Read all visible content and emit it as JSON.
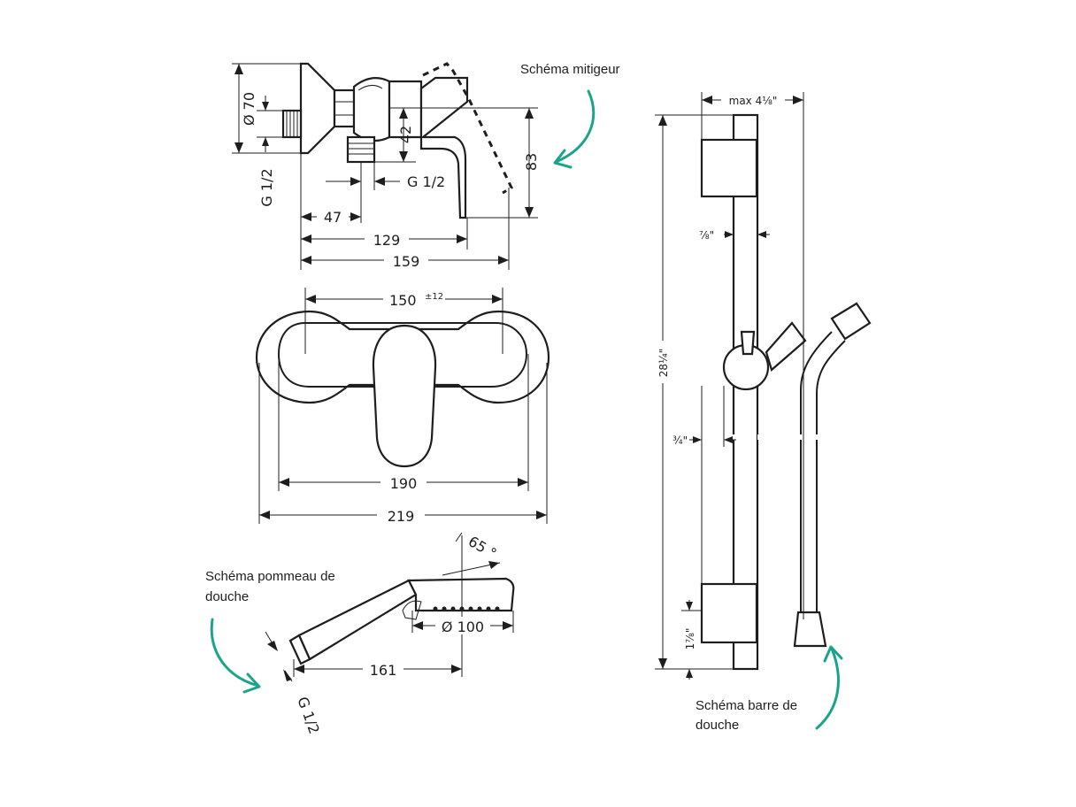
{
  "captions": {
    "mixer": "Schéma mitigeur",
    "handshower_line1": "Schéma pommeau de",
    "handshower_line2": "douche",
    "bar_line1": "Schéma barre de",
    "bar_line2": "douche"
  },
  "mixer_side": {
    "dim_diameter": "Ø 70",
    "dim_height_42": "42",
    "dim_height_83": "83",
    "dim_thread_left": "G 1/2",
    "dim_thread_right": "G 1/2",
    "dim_47": "47",
    "dim_129": "129",
    "dim_159": "159"
  },
  "mixer_front": {
    "dim_150": "150",
    "dim_150_tol": "±12",
    "dim_190": "190",
    "dim_219": "219"
  },
  "handshower": {
    "dim_angle": "65 °",
    "dim_diameter": "Ø 100",
    "dim_length": "161",
    "dim_thread": "G 1/2"
  },
  "bar": {
    "dim_max": "max 4⅛\"",
    "dim_78": "⅞\"",
    "dim_length": "28¼\"",
    "dim_34": "¾\"",
    "dim_178": "1⅞\""
  },
  "colors": {
    "lines": "#1e1e1e",
    "accent_arrows": "#1aa58a",
    "background": "#ffffff"
  }
}
